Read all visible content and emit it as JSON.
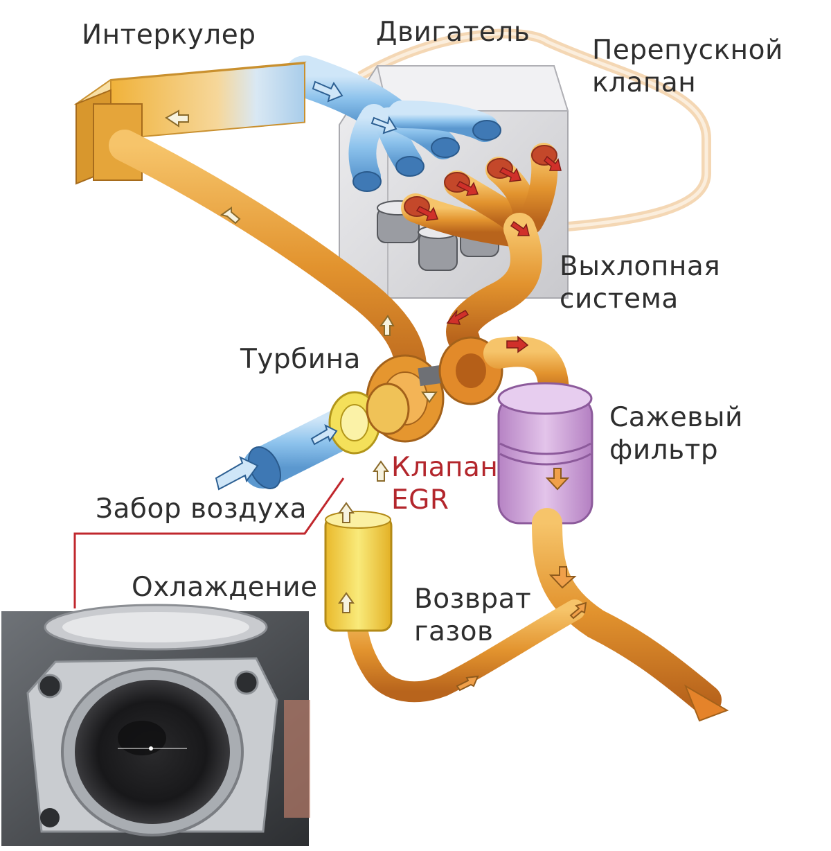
{
  "labels": {
    "intercooler": "Интеркулер",
    "engine": "Двигатель",
    "bypass_valve": "Перепускной\nклапан",
    "exhaust_system": "Выхлопная\nсистема",
    "turbine": "Турбина",
    "soot_filter": "Сажевый\nфильтр",
    "egr_valve": "Клапан\nEGR",
    "air_intake": "Забор воздуха",
    "cooling": "Охлаждение",
    "gas_return": "Возврат\nгазов"
  },
  "colors": {
    "pipe_hot": "#d9822b",
    "pipe_cold": "#f2b33d",
    "intake_blue": "#7fb9e8",
    "egr_yellow": "#f3dc4a",
    "filter_purple": "#cc9fd6",
    "arrow_red": "#d0302a",
    "callout_red": "#c0272d",
    "engine_grey": "#dcdcdf"
  },
  "icons": [
    "flow-arrow-icon"
  ]
}
